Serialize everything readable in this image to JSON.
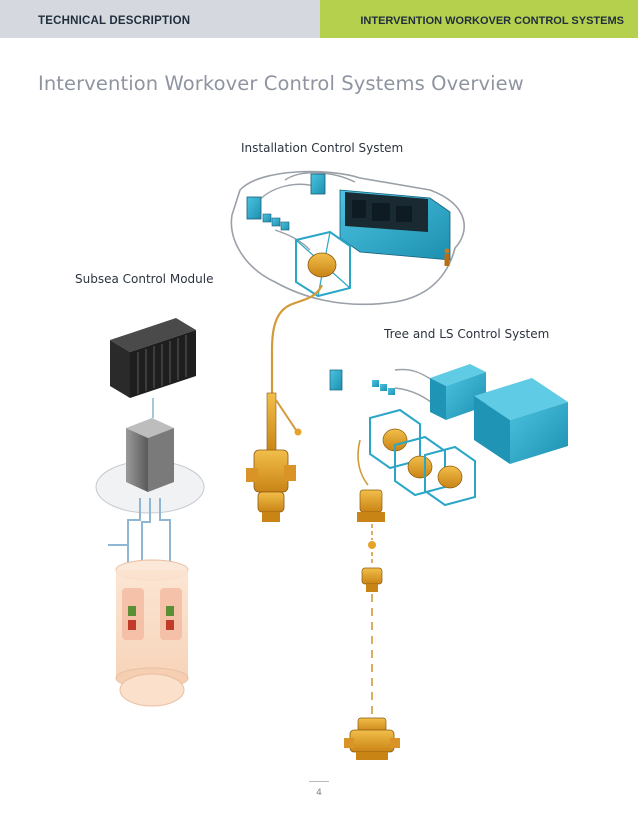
{
  "header": {
    "left_label": "TECHNICAL DESCRIPTION",
    "right_label": "INTERVENTION WORKOVER CONTROL SYSTEMS"
  },
  "page_title": "Intervention Workover Control Systems Overview",
  "diagram": {
    "labels": {
      "installation": "Installation Control System",
      "subsea": "Subsea Control Module",
      "tree": "Tree and LS Control System"
    }
  },
  "footer": {
    "page_number": "4"
  },
  "colors": {
    "header_grey": "#d5d9df",
    "header_green": "#b5d04d",
    "equipment_blue": "#29a7c9",
    "equipment_orange": "#e6a32a",
    "title_grey": "#8e94a0"
  }
}
